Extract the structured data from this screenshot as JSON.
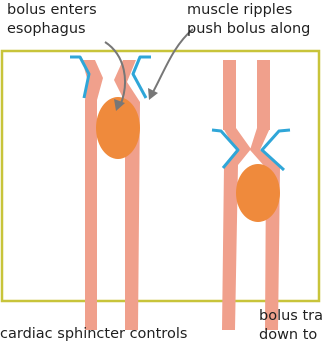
{
  "labels": {
    "bolus_enters_line1": "bolus enters",
    "bolus_enters_line2": "esophagus",
    "muscle_ripples_line1": "muscle ripples",
    "muscle_ripples_line2": "push bolus along",
    "cardiac_sphincter": "cardiac sphincter controls",
    "bolus_travels_line1": "bolus tra",
    "bolus_travels_line2": "down to"
  },
  "colors": {
    "panel_border": "#c8c43a",
    "esophagus_wall": "#f0a08c",
    "bolus": "#ef8a3c",
    "muscle_outline": "#2fa6d8",
    "arrow": "#777777"
  }
}
